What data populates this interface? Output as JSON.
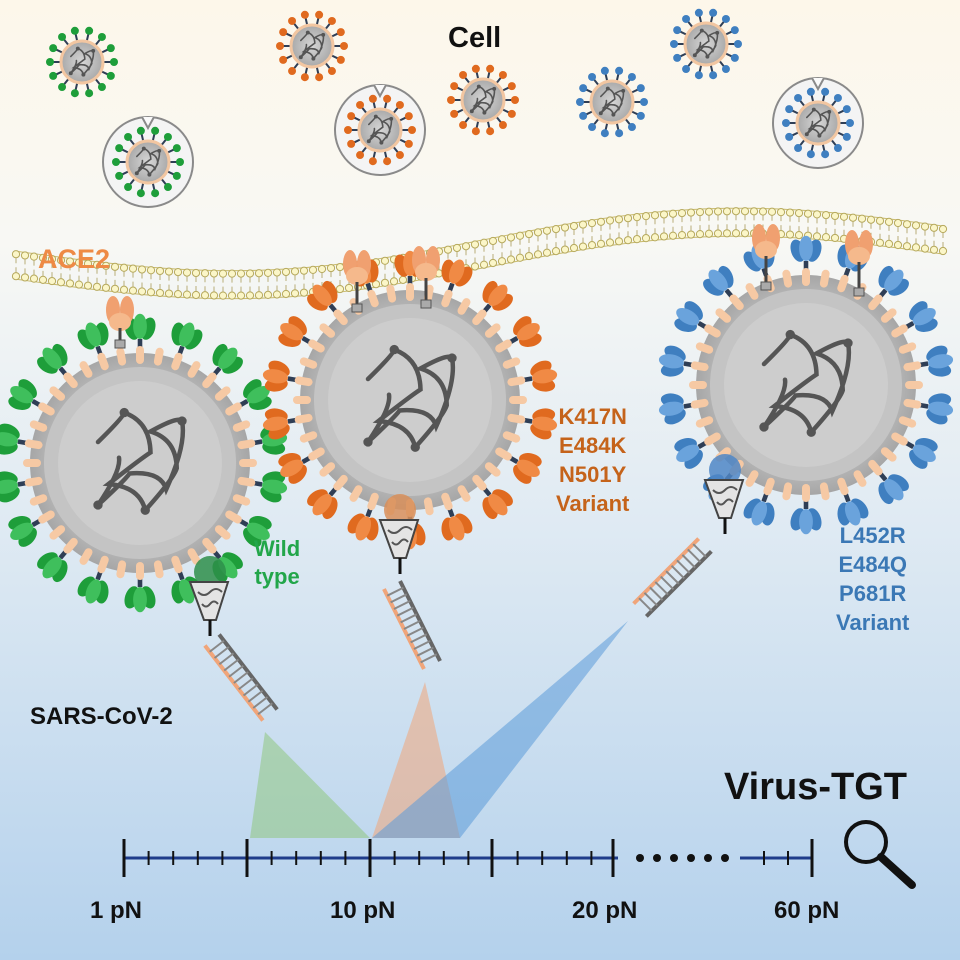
{
  "labels": {
    "cell": "Cell",
    "ace2": "ACE2",
    "sars": "SARS-CoV-2",
    "wild_line1": "Wild",
    "wild_line2": "type",
    "orange_variant": [
      "K417N",
      "E484K",
      "N501Y",
      "Variant"
    ],
    "blue_variant": [
      "L452R",
      "E484Q",
      "P681R",
      "Variant"
    ],
    "title": "Virus-TGT"
  },
  "scale": {
    "ticks": [
      "1 pN",
      "10 pN",
      "20 pN",
      "60 pN"
    ],
    "icon": "magnifier-icon"
  },
  "colors": {
    "wild": "#1e9e3a",
    "orange": "#e06a1f",
    "blue": "#3f7fc0",
    "ace2": "#f0a070",
    "axis": "#1f3c8a",
    "wild_text": "#22a64a",
    "orange_text": "#c5631a",
    "blue_text": "#3b78b5"
  }
}
